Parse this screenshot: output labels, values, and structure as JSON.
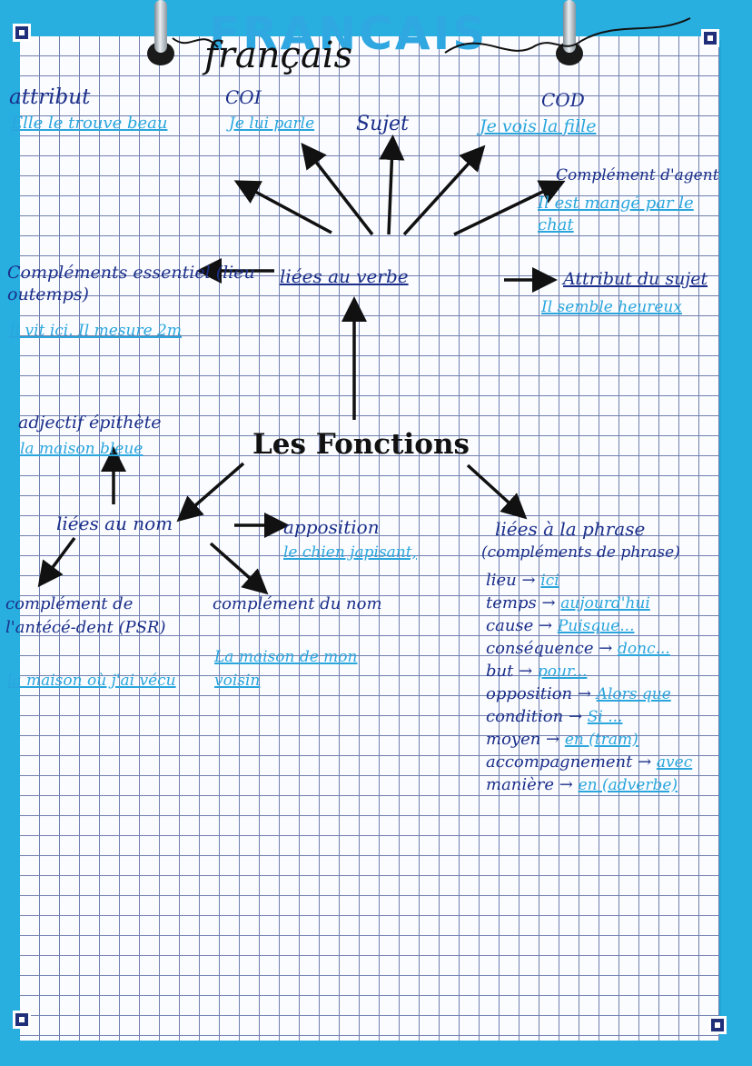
{
  "title": {
    "caps": "FRANCAIS",
    "script": "français"
  },
  "center": "Les Fonctions",
  "verbe": {
    "label": "liées au verbe",
    "attribut": {
      "label": "attribut",
      "example": "Elle le trouve beau"
    },
    "coi": {
      "label": "COI",
      "example": "Je lui parle"
    },
    "sujet": {
      "label": "Sujet"
    },
    "cod": {
      "label": "COD",
      "example": "Je vois la fille"
    },
    "agent": {
      "label": "Complément d'agent",
      "example": "Il est mangé par le chat"
    },
    "attribut_sujet": {
      "label": "Attribut du sujet",
      "example": "Il semble heureux"
    },
    "essentiels": {
      "label": "Compléments essentiel (lieu outemps)",
      "example": "Il vit ici. Il mesure 2m"
    }
  },
  "nom": {
    "label": "liées au nom",
    "epithete": {
      "label": "adjectif épithète",
      "example": "la maison bleue"
    },
    "apposition": {
      "label": "apposition",
      "example": "le chien japisant,"
    },
    "antecedent": {
      "label": "complément de l'antécé-dent (PSR)",
      "example": "la maison où j'ai vécu"
    },
    "cdn": {
      "label": "complément du nom",
      "example": "La maison de mon voisin"
    }
  },
  "phrase": {
    "label": "liées à la phrase",
    "sub": "(compléments de phrase)",
    "items": [
      {
        "k": "lieu",
        "v": "ici"
      },
      {
        "k": "temps",
        "v": "aujourd'hui"
      },
      {
        "k": "cause",
        "v": "Puisque..."
      },
      {
        "k": "conséquence",
        "v": "donc..."
      },
      {
        "k": "but",
        "v": "pour..."
      },
      {
        "k": "opposition",
        "v": "Alors que"
      },
      {
        "k": "condition",
        "v": "Si ..."
      },
      {
        "k": "moyen",
        "v": "en (tram)"
      },
      {
        "k": "accompagnement",
        "v": "avec"
      },
      {
        "k": "manière",
        "v": "en (adverbe)"
      }
    ]
  },
  "colors": {
    "dark_ink": "#1b2f8a",
    "light_ink": "#2aa6dd",
    "border": "#28afe0"
  }
}
